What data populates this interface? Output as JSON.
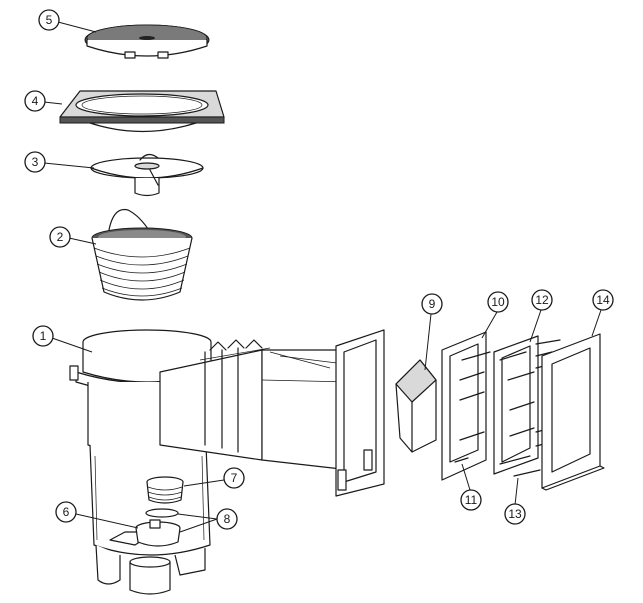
{
  "callouts": [
    {
      "id": "5",
      "label": "5"
    },
    {
      "id": "4",
      "label": "4"
    },
    {
      "id": "3",
      "label": "3"
    },
    {
      "id": "2",
      "label": "2"
    },
    {
      "id": "1",
      "label": "1"
    },
    {
      "id": "9",
      "label": "9"
    },
    {
      "id": "10",
      "label": "10"
    },
    {
      "id": "12",
      "label": "12"
    },
    {
      "id": "14",
      "label": "14"
    },
    {
      "id": "7",
      "label": "7"
    },
    {
      "id": "6",
      "label": "6"
    },
    {
      "id": "8",
      "label": "8"
    },
    {
      "id": "11",
      "label": "11"
    },
    {
      "id": "13",
      "label": "13"
    }
  ],
  "colors": {
    "line": "#1a1a1a",
    "background": "#ffffff",
    "shade": "#d9d9d9"
  }
}
